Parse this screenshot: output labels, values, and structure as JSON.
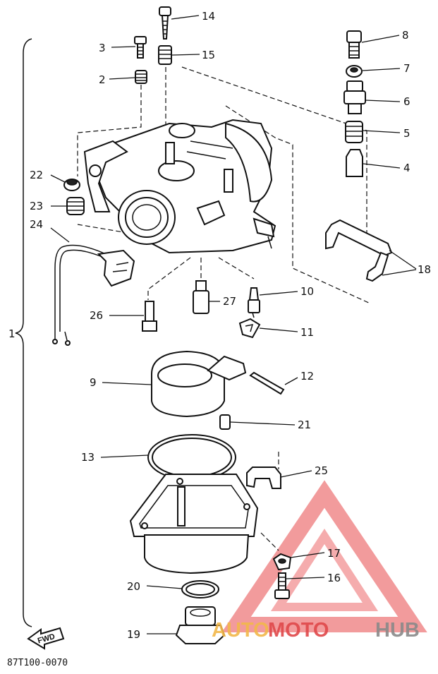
{
  "diagram_code": "87T100-0070",
  "fwd_label": "FWD",
  "bracket_label": "1",
  "watermark": {
    "part1": "AUTO",
    "part2": "MOTO",
    "part3": "HUB",
    "colors": {
      "auto": "#f2b84a",
      "moto": "#e0484a",
      "hub": "#8a8a8a",
      "triangle": "#e8484a"
    }
  },
  "callouts": [
    {
      "id": "c14",
      "label": "14"
    },
    {
      "id": "c3",
      "label": "3"
    },
    {
      "id": "c15",
      "label": "15"
    },
    {
      "id": "c2",
      "label": "2"
    },
    {
      "id": "c8",
      "label": "8"
    },
    {
      "id": "c7",
      "label": "7"
    },
    {
      "id": "c6",
      "label": "6"
    },
    {
      "id": "c5",
      "label": "5"
    },
    {
      "id": "c4",
      "label": "4"
    },
    {
      "id": "c22",
      "label": "22"
    },
    {
      "id": "c23",
      "label": "23"
    },
    {
      "id": "c24",
      "label": "24"
    },
    {
      "id": "c18",
      "label": "18"
    },
    {
      "id": "c26",
      "label": "26"
    },
    {
      "id": "c27",
      "label": "27"
    },
    {
      "id": "c10",
      "label": "10"
    },
    {
      "id": "c11",
      "label": "11"
    },
    {
      "id": "c9",
      "label": "9"
    },
    {
      "id": "c12",
      "label": "12"
    },
    {
      "id": "c21",
      "label": "21"
    },
    {
      "id": "c13",
      "label": "13"
    },
    {
      "id": "c25",
      "label": "25"
    },
    {
      "id": "c17",
      "label": "17"
    },
    {
      "id": "c16",
      "label": "16"
    },
    {
      "id": "c20",
      "label": "20"
    },
    {
      "id": "c19",
      "label": "19"
    }
  ]
}
